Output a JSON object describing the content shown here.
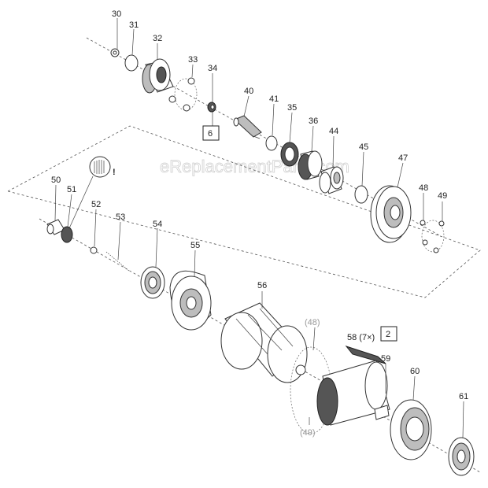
{
  "watermark": "eReplacementParts.com",
  "parts": {
    "p30": "30",
    "p31": "31",
    "p32": "32",
    "p33": "33",
    "p34": "34",
    "p40": "40",
    "p41": "41",
    "p35": "35",
    "p36": "36",
    "p44": "44",
    "p45": "45",
    "p47": "47",
    "p48": "48",
    "p49": "49",
    "p50": "50",
    "p51": "51",
    "p52": "52",
    "p53": "53",
    "p54": "54",
    "p55": "55",
    "p56": "56",
    "p58": "58 (7×)",
    "p59": "59",
    "p60": "60",
    "p61": "61",
    "p48ref": "(48)",
    "p49ref": "(49)"
  },
  "boxes": {
    "b6": "6",
    "b2": "2"
  },
  "warning_mark": "!"
}
